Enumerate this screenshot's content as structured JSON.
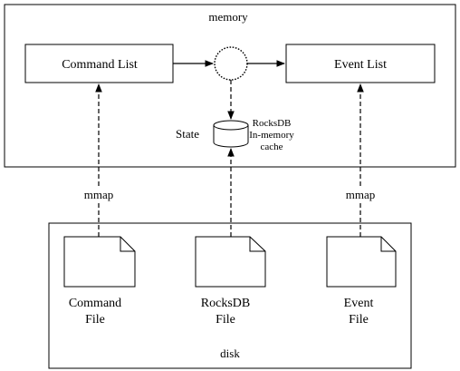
{
  "diagram": {
    "memory": {
      "label": "memory",
      "command_list": "Command List",
      "event_list": "Event List",
      "state_label": "State",
      "cache_label_lines": [
        "RocksDB",
        "In-memory",
        "cache"
      ]
    },
    "disk": {
      "label": "disk",
      "files": [
        {
          "lines": [
            "Command",
            "File"
          ]
        },
        {
          "lines": [
            "RocksDB",
            "File"
          ]
        },
        {
          "lines": [
            "Event",
            "File"
          ]
        }
      ]
    },
    "mmap_left": "mmap",
    "mmap_right": "mmap",
    "colors": {
      "stroke": "#000000",
      "fill": "#ffffff",
      "text": "#000000"
    }
  }
}
